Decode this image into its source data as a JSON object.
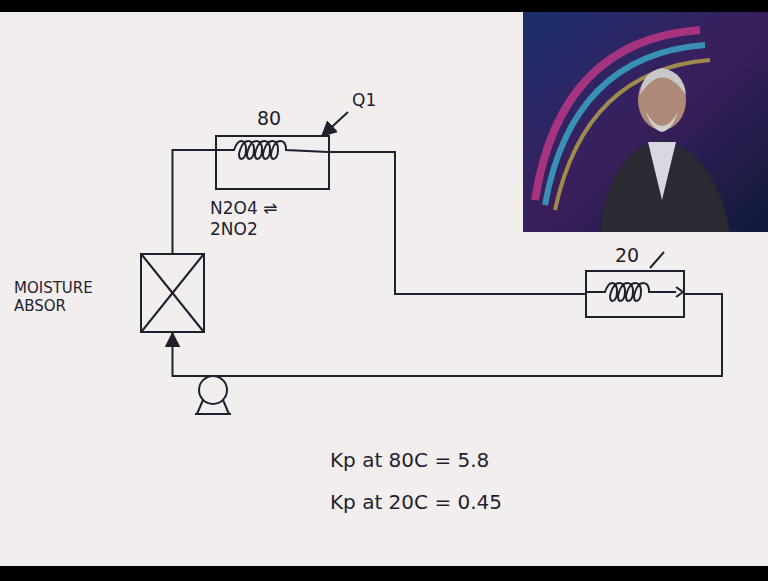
{
  "diagram": {
    "nodes": [
      {
        "text": [
          "80"
        ]
      },
      {
        "text": [
          "MOISTURE ABSOR"
        ]
      },
      {
        "text": [
          "20"
        ]
      }
    ],
    "edges": [
      {
        "from": 1,
        "to": 0,
        "arrow": "none"
      },
      {
        "from": 0,
        "to": 2,
        "arrow": "none"
      },
      {
        "from": 2,
        "to": 1,
        "arrow": "to"
      }
    ],
    "labels": [
      "Q1",
      "N2O4 ⇌ 2NO2",
      "Kp at 80C = 5.8",
      "Kp at 20C = 0.45"
    ]
  }
}
